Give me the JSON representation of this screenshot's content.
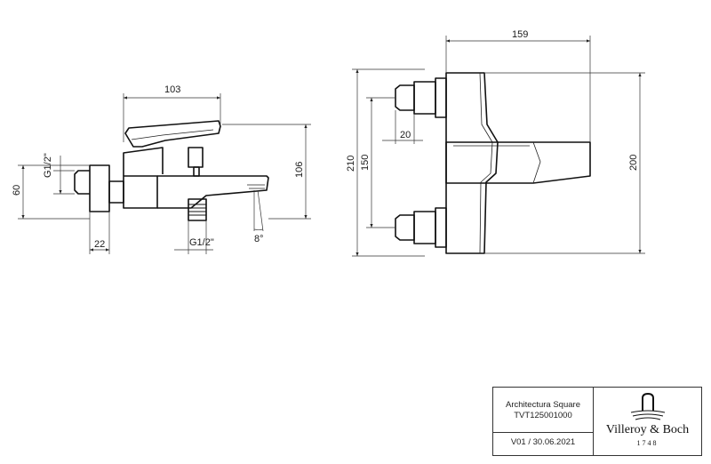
{
  "dimensions": {
    "handle_depth": "103",
    "connection_height": "106",
    "thread_inlet": "G1/2\"",
    "inlet_height": "60",
    "inlet_width": "22",
    "thread_outlet": "G1/2\"",
    "spout_angle": "8°",
    "overall_width": "159",
    "overall_height": "210",
    "body_height": "200",
    "centre_distance": "150",
    "offset": "20"
  },
  "title_block": {
    "product_name": "Architectura Square",
    "article_number": "TVT125001000",
    "version_date": "V01 / 30.06.2021",
    "brand": "Villeroy & Boch",
    "brand_year": "1748"
  }
}
